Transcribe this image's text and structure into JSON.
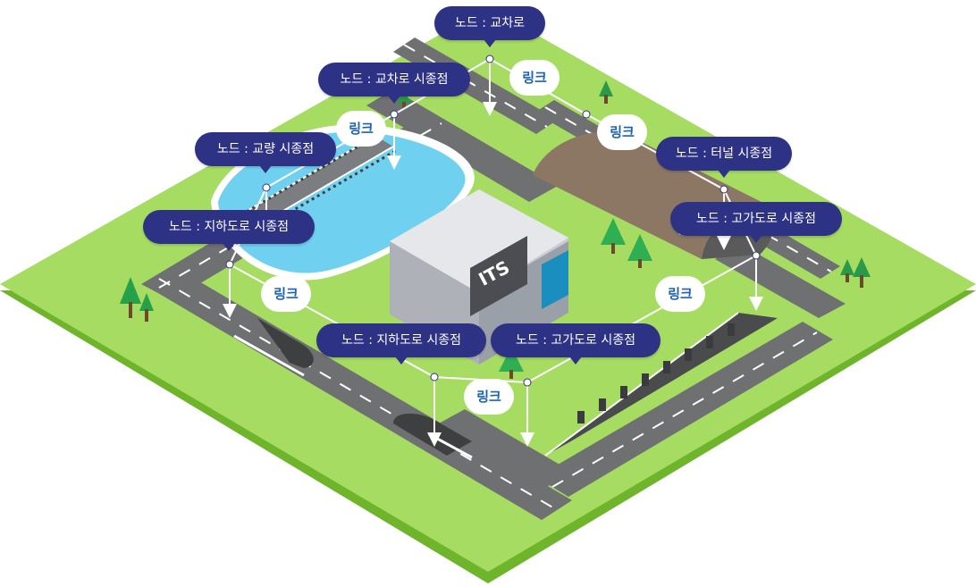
{
  "building": {
    "sign": "ITS"
  },
  "nodes": [
    {
      "label": "노드 : 교차로"
    },
    {
      "label": "노드 : 교차로 시종점"
    },
    {
      "label": "노드 : 교량 시종점"
    },
    {
      "label": "노드 : 지하도로 시종점"
    },
    {
      "label": "노드 : 터널 시종점"
    },
    {
      "label": "노드 : 고가도로 시종점"
    },
    {
      "label": "노드 : 지하도로 시종점"
    },
    {
      "label": "노드 : 고가도로 시종점"
    }
  ],
  "links": [
    {
      "label": "링크"
    },
    {
      "label": "링크"
    },
    {
      "label": "링크"
    },
    {
      "label": "링크"
    },
    {
      "label": "링크"
    },
    {
      "label": "링크"
    }
  ],
  "colors": {
    "ground_top": "#a6dc62",
    "ground_edge": "#6fb52c",
    "road": "#6f7071",
    "water": "#6fd0ef",
    "tunnel": "#8c7765",
    "bubble": "#2e3285",
    "link_text": "#1b62b4"
  }
}
